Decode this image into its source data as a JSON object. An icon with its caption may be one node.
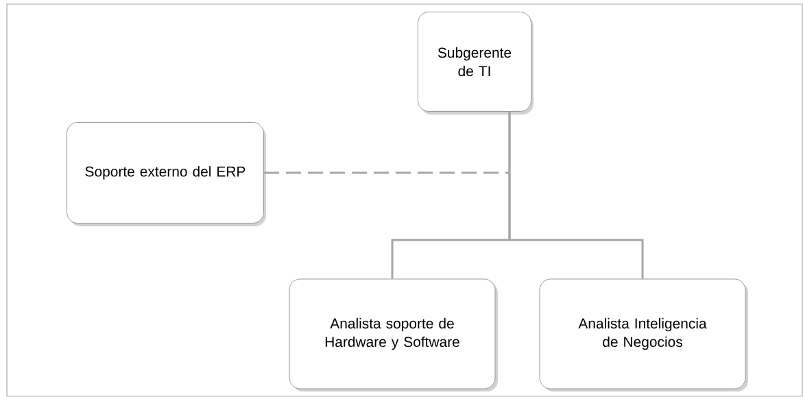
{
  "diagram": {
    "nodes": [
      {
        "text": [
          "Subgerente de TI"
        ]
      },
      {
        "text": [
          "Soporte externo del ERP"
        ]
      },
      {
        "text": [
          "Analista soporte de Hardware y Software"
        ]
      },
      {
        "text": [
          "Analista Inteligencia de Negocios"
        ]
      }
    ],
    "edges": [
      {
        "from": 0,
        "to": 2,
        "arrow": "none"
      },
      {
        "from": 0,
        "to": 3,
        "arrow": "none"
      },
      {
        "from": 1,
        "to": null,
        "arrow": "none",
        "style": "dashed"
      }
    ]
  }
}
